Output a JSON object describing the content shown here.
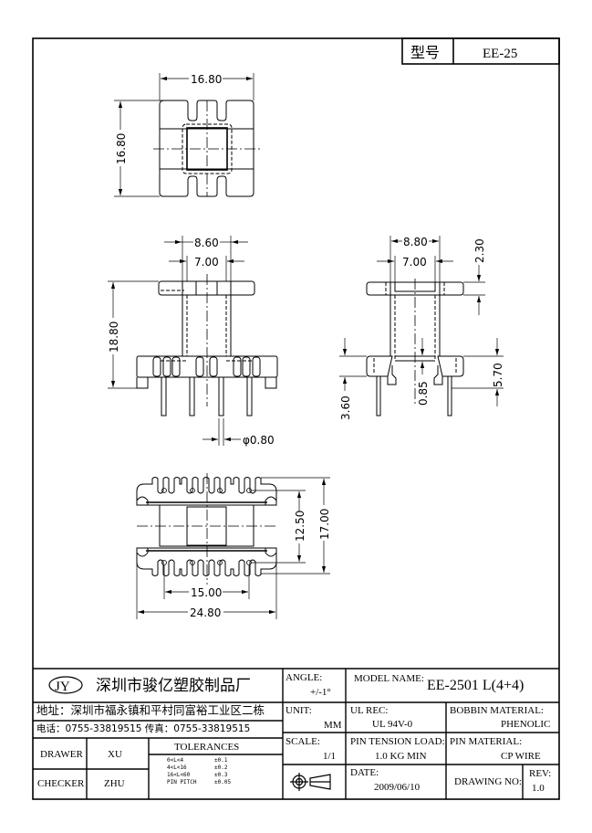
{
  "header": {
    "type_label": "型号",
    "type_value": "EE-25"
  },
  "drawing": {
    "top_view": {
      "width": "16.80",
      "height": "16.80"
    },
    "front_view": {
      "outer": "8.60",
      "inner": "7.00",
      "height": "18.80",
      "pin_dia": "φ0.80"
    },
    "side_view": {
      "outer": "8.80",
      "inner": "7.00",
      "flange": "2.30",
      "base": "5.70",
      "foot": "3.60",
      "step": "0.85"
    },
    "bottom_view": {
      "pin_row": "12.50",
      "depth": "17.00",
      "pin_span": "15.00",
      "length": "24.80"
    }
  },
  "title_block": {
    "logo": "JY",
    "company": "深圳市骏亿塑胶制品厂",
    "address": "地址：深圳市福永镇和平村同富裕工业区二栋",
    "phone": "电话：0755-33819515 传真：0755-33819515",
    "drawer_label": "DRAWER",
    "drawer": "XU",
    "checker_label": "CHECKER",
    "checker": "ZHU",
    "tolerances_label": "TOLERANCES",
    "tolerances": [
      {
        "range": "0<L<4",
        "value": "±0.1"
      },
      {
        "range": "4<L<16",
        "value": "±0.2"
      },
      {
        "range": "16<L<60",
        "value": "±0.3"
      },
      {
        "range": "PIN PITCH",
        "value": "±0.05"
      }
    ],
    "angle_label": "ANGLE:",
    "angle": "+/-1°",
    "unit_label": "UNIT:",
    "unit": "MM",
    "scale_label": "SCALE:",
    "scale": "1/1",
    "model_label": "MODEL NAME:",
    "model": "EE-2501 L(4+4)",
    "ul_label": "UL REC:",
    "ul": "UL 94V-0",
    "bobbin_label": "BOBBIN MATERIAL:",
    "bobbin": "PHENOLIC",
    "tension_label": "PIN TENSION LOAD:",
    "tension": "1.0 KG MIN",
    "pin_mat_label": "PIN MATERIAL:",
    "pin_mat": "CP WIRE",
    "date_label": "DATE:",
    "date": "2009/06/10",
    "drawing_no_label": "DRAWING NO:",
    "rev_label": "REV:",
    "rev": "1.0"
  }
}
